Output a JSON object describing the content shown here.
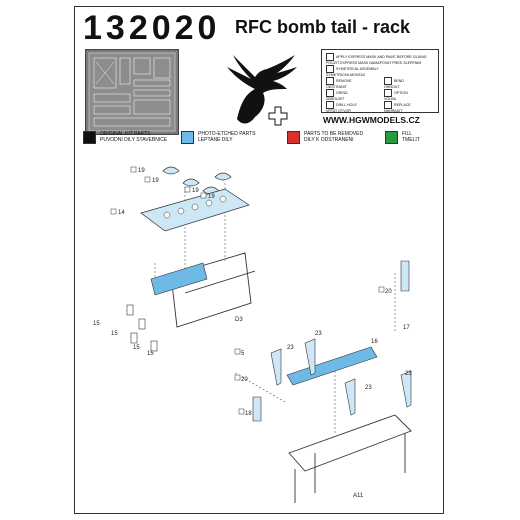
{
  "header": {
    "code": "132020",
    "title": "RFC bomb tail - rack",
    "url": "WWW.HGWMODELS.CZ"
  },
  "legend": {
    "items": [
      {
        "label": "APPLY EXPRESS MASK AND PAINT BEFORE GLUING",
        "label2": "POUZIT EXPRESS MASK NAMAPOVAT PRED SLEPENIM"
      },
      {
        "label": "SYMETRICAL ASSEMBLY",
        "label2": "SYMETRICKA MONTAZ"
      },
      {
        "label": "REMOVE",
        "label2": "ODSTRANIT"
      },
      {
        "label": "BEND",
        "label2": "OHNOUT"
      },
      {
        "label": "GRIND",
        "label2": "ZBROUSIT"
      },
      {
        "label": "OPTION",
        "label2": "VOLBA"
      },
      {
        "label": "DRILL HOLE",
        "label2": "VRTAT OTVOR"
      },
      {
        "label": "REPLACE",
        "label2": "NAHRADIT"
      }
    ]
  },
  "keys": [
    {
      "label": "ORIGINAL KIT PARTS",
      "label2": "PUVODNI DILY STAVEBNICE",
      "color": "#111111"
    },
    {
      "label": "PHOTO-ETCHED PARTS",
      "label2": "LEPTANE DILY",
      "color": "#6fb9e6"
    },
    {
      "label": "PARTS TO BE REMOVED",
      "label2": "DILY K ODSTRANENI",
      "color": "#d8322a"
    },
    {
      "label": "FILL",
      "label2": "TMELIT",
      "color": "#2a9a3c"
    }
  ],
  "parts": {
    "p19a": "19",
    "p19b": "19",
    "p19c": "19",
    "p19d": "19",
    "p14": "14",
    "d3": "D3",
    "p15a": "15",
    "p15b": "15",
    "p15c": "15",
    "p15d": "15",
    "p20a": "20",
    "p20b": "20",
    "p17": "17",
    "p16": "16",
    "p23a": "23",
    "p23b": "23",
    "p23c": "23",
    "p23d": "23",
    "p5": "5",
    "p18": "18",
    "a11": "A11"
  }
}
